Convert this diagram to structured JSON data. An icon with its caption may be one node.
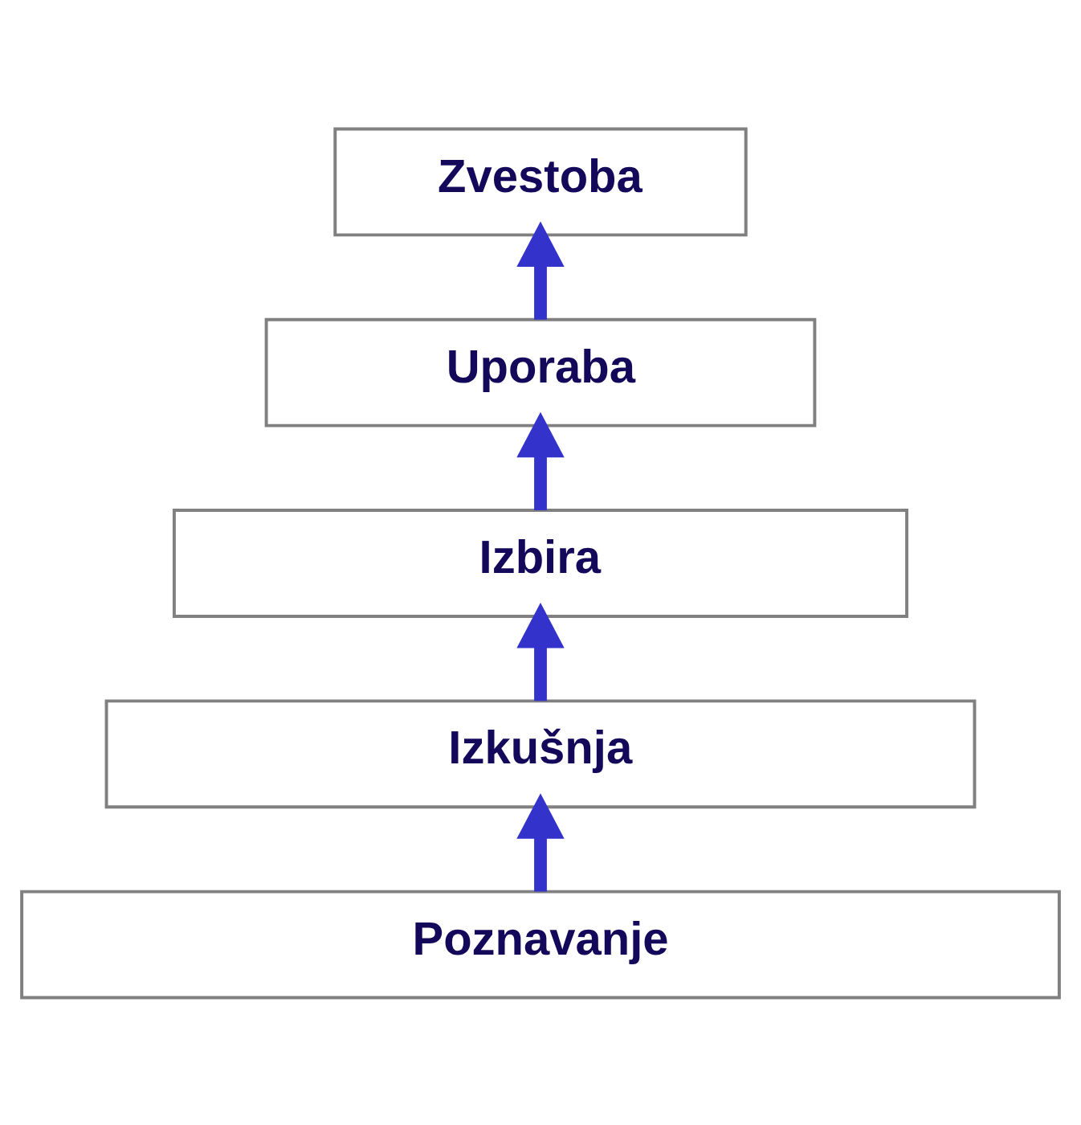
{
  "diagram": {
    "nodes": [
      {
        "text": [
          "Zvestoba"
        ]
      },
      {
        "text": [
          "Uporaba"
        ]
      },
      {
        "text": [
          "Izbira"
        ]
      },
      {
        "text": [
          "Izkušnja"
        ]
      },
      {
        "text": [
          "Poznavanje"
        ]
      }
    ],
    "edges": [
      {
        "from": 4,
        "to": 3,
        "arrow": "to"
      },
      {
        "from": 3,
        "to": 2,
        "arrow": "to"
      },
      {
        "from": 2,
        "to": 1,
        "arrow": "to"
      },
      {
        "from": 1,
        "to": 0,
        "arrow": "to"
      }
    ]
  }
}
